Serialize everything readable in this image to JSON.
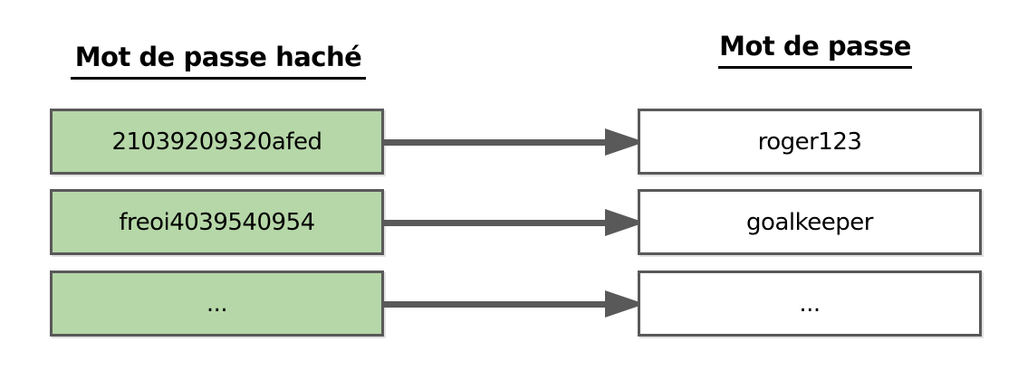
{
  "diagram": {
    "title_semantic": "hashed password to plaintext password mapping",
    "left_column": {
      "header": "Mot de passe haché",
      "rows": [
        "21039209320afed",
        "freoi4039540954",
        "..."
      ]
    },
    "right_column": {
      "header": "Mot de passe",
      "rows": [
        "roger123",
        "goalkeeper",
        "..."
      ]
    },
    "connectors": {
      "type": "arrow-right",
      "count": 3
    },
    "colors": {
      "hashed_box_fill": "#b6d7a8",
      "plain_box_fill": "#ffffff",
      "box_border": "#595959",
      "arrow": "#595959",
      "text": "#000000",
      "header_underline": "#000000",
      "background": "#ffffff"
    }
  }
}
